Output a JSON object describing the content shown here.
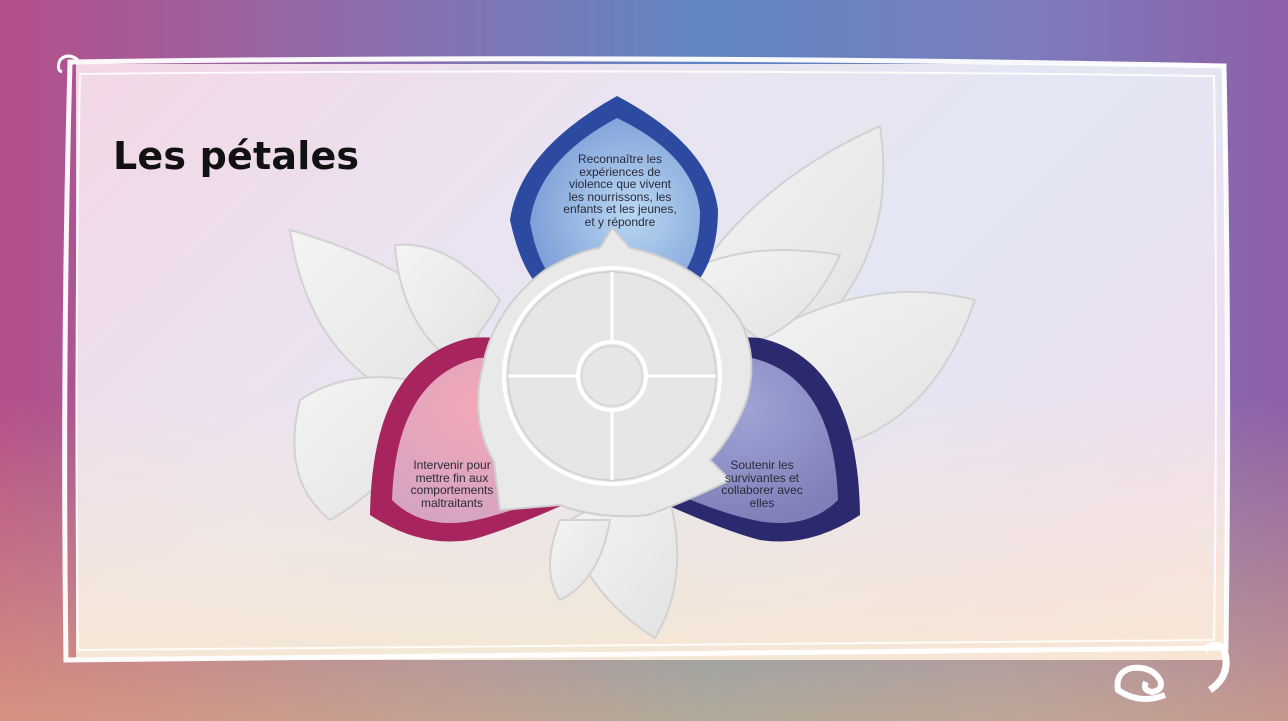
{
  "slide": {
    "title": "Les pétales"
  },
  "diagram": {
    "petals": [
      {
        "label": "Reconnaître les expériences de violence que vivent les nourrissons, les enfants et les jeunes, et y répondre",
        "color": "#2c4aa0"
      },
      {
        "label": "Intervenir pour mettre fin aux comportements maltraitants",
        "color": "#a8245e"
      },
      {
        "label": "Soutenir les survivantes et collaborer avec elles",
        "color": "#2b2a6e"
      }
    ]
  },
  "colors": {
    "blue_petal": "#2c4aa0",
    "magenta_petal": "#a8245e",
    "navy_petal": "#2b2a6e",
    "grey_petal": "#ececec"
  },
  "icons": {
    "corner_ornament": "scroll-ornament-icon"
  }
}
